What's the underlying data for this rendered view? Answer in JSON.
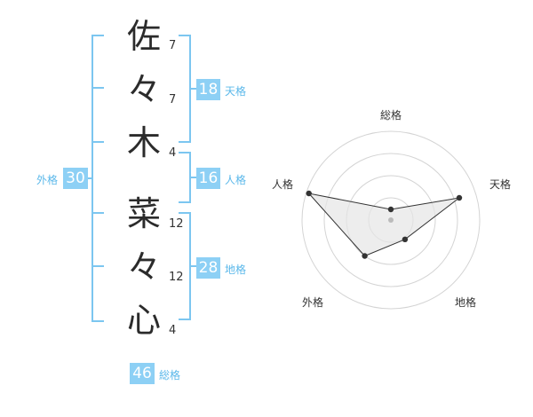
{
  "name": {
    "chars": [
      "佐",
      "々",
      "木",
      "菜",
      "々",
      "心"
    ],
    "strokes": [
      "7",
      "7",
      "4",
      "12",
      "12",
      "4"
    ]
  },
  "grades": {
    "tenkaku": {
      "value": "18",
      "label": "天格"
    },
    "jinkaku": {
      "value": "16",
      "label": "人格"
    },
    "chikaku": {
      "value": "28",
      "label": "地格"
    },
    "gaikaku": {
      "value": "30",
      "label": "外格"
    },
    "soukaku": {
      "value": "46",
      "label": "総格"
    }
  },
  "radar": {
    "axes": [
      "総格",
      "天格",
      "地格",
      "外格",
      "人格"
    ],
    "values": [
      0.12,
      0.81,
      0.27,
      0.5,
      0.97
    ],
    "rings": 4,
    "colors": {
      "ring": "#d4d4d4",
      "fill": "#e6e6e6",
      "point": "#333333",
      "center": "#bbbbbb"
    }
  },
  "colors": {
    "bracket": "#7cc6f0",
    "badge": "#8dd0f5",
    "label": "#5bb8ea"
  }
}
